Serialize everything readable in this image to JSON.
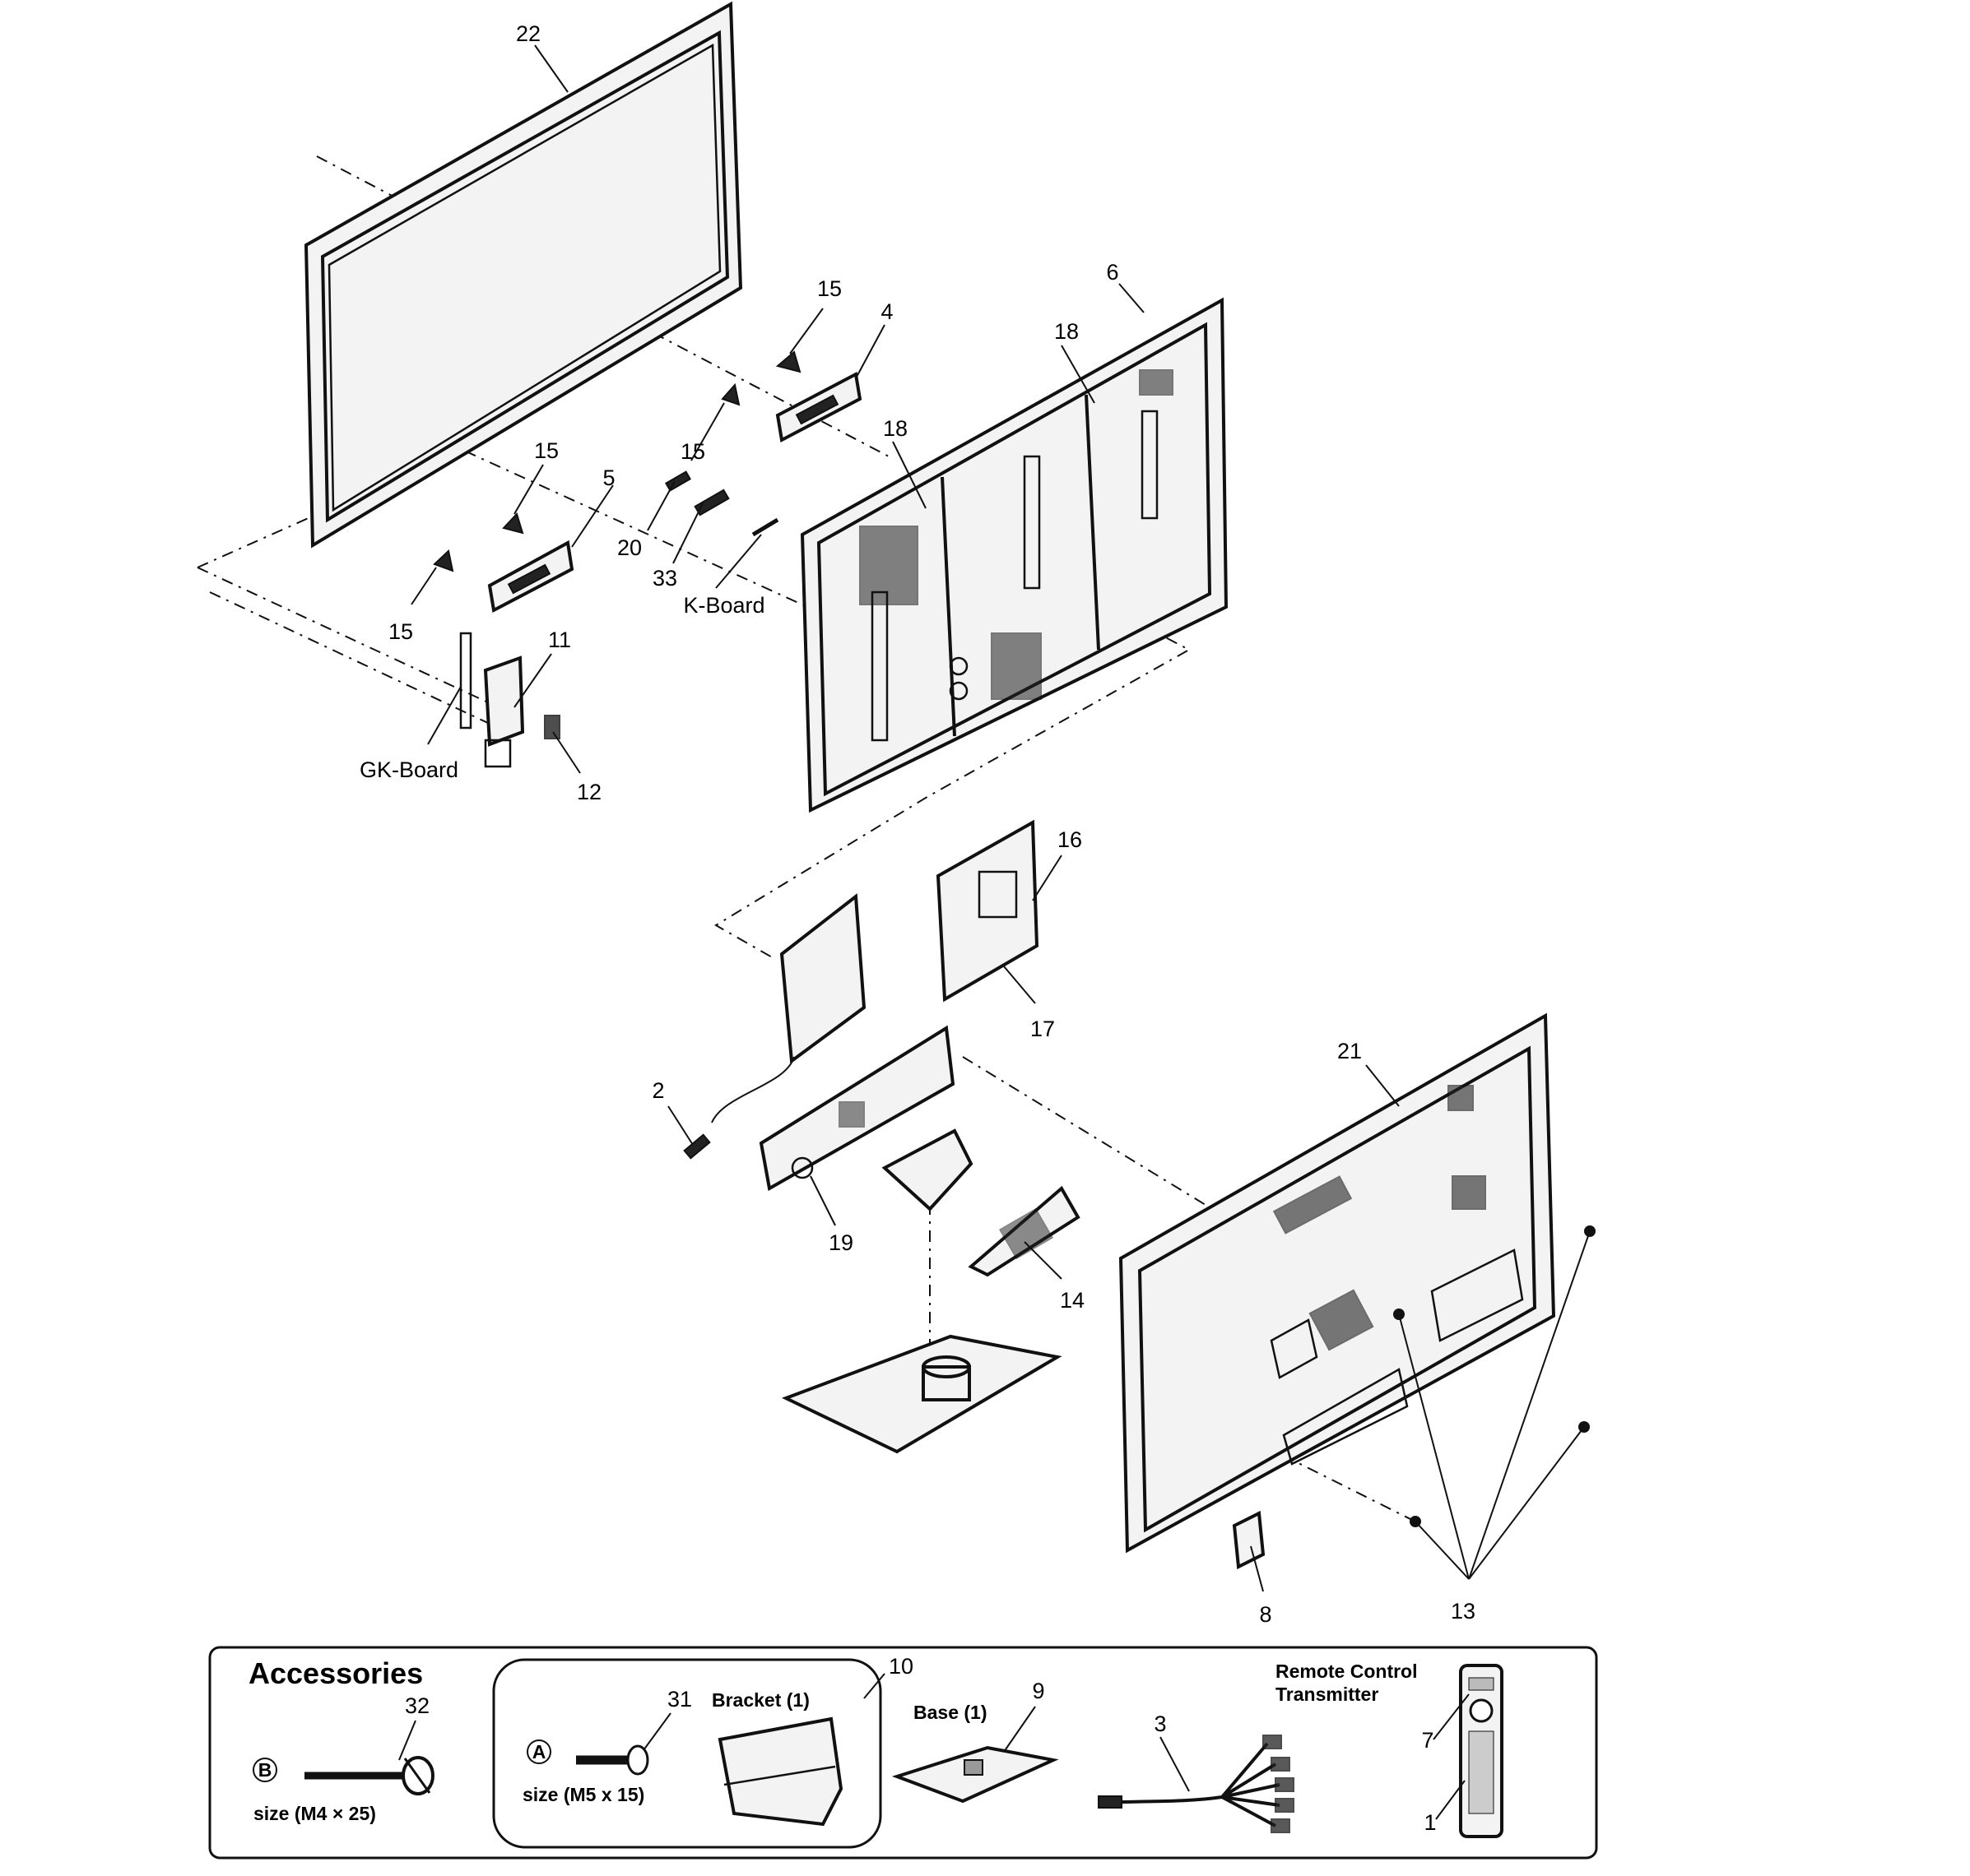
{
  "callouts": {
    "c22": "22",
    "c15a": "15",
    "c4": "4",
    "c6": "6",
    "c18a": "18",
    "c18b": "18",
    "c15b": "15",
    "c15c": "15",
    "c5": "5",
    "c20": "20",
    "c33": "33",
    "kboard": "K-Board",
    "c15d": "15",
    "c11": "11",
    "gkboard": "GK-Board",
    "c12": "12",
    "c16": "16",
    "c17": "17",
    "c21": "21",
    "c2": "2",
    "c19": "19",
    "c14": "14",
    "c8": "8",
    "c13": "13"
  },
  "accessories": {
    "title": "Accessories",
    "c32": "32",
    "b_mark": "B",
    "size_b": "size (M4 × 25)",
    "c31": "31",
    "a_mark": "A",
    "size_a": "size (M5 x 15)",
    "bracket": "Bracket (1)",
    "c10": "10",
    "base": "Base (1)",
    "c9": "9",
    "c3": "3",
    "remote_line1": "Remote Control",
    "remote_line2": "Transmitter",
    "c7": "7",
    "c1": "1"
  }
}
